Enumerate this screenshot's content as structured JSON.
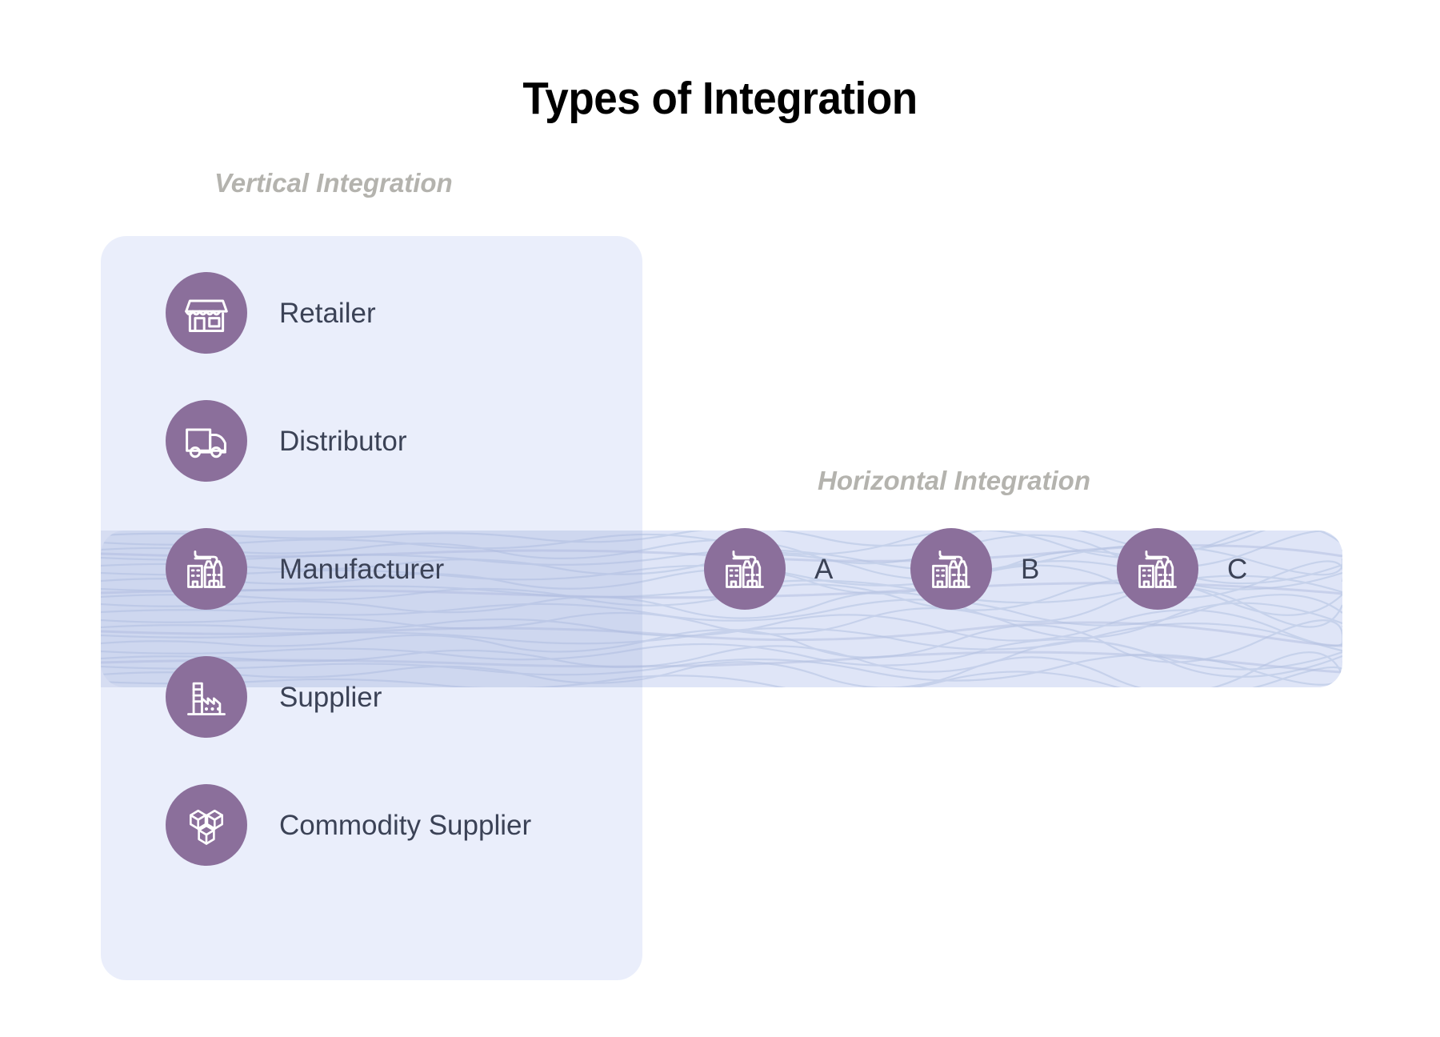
{
  "title": "Types of Integration",
  "colors": {
    "badge": "#8b6f9b",
    "panel": "#eaeefb",
    "band": "#dfe5f7",
    "label_text": "#3b4256",
    "caption_text": "#b4b3ae",
    "title_text": "#000000",
    "background": "#ffffff"
  },
  "vertical": {
    "caption": "Vertical Integration",
    "items": [
      {
        "label": "Retailer",
        "icon": "storefront-icon"
      },
      {
        "label": "Distributor",
        "icon": "delivery-truck-icon"
      },
      {
        "label": "Manufacturer",
        "icon": "factory-icon"
      },
      {
        "label": "Supplier",
        "icon": "industrial-plant-icon"
      },
      {
        "label": "Commodity Supplier",
        "icon": "cubes-icon"
      }
    ]
  },
  "horizontal": {
    "caption": "Horizontal Integration",
    "items": [
      {
        "label": "A",
        "icon": "factory-icon"
      },
      {
        "label": "B",
        "icon": "factory-icon"
      },
      {
        "label": "C",
        "icon": "factory-icon"
      }
    ]
  }
}
